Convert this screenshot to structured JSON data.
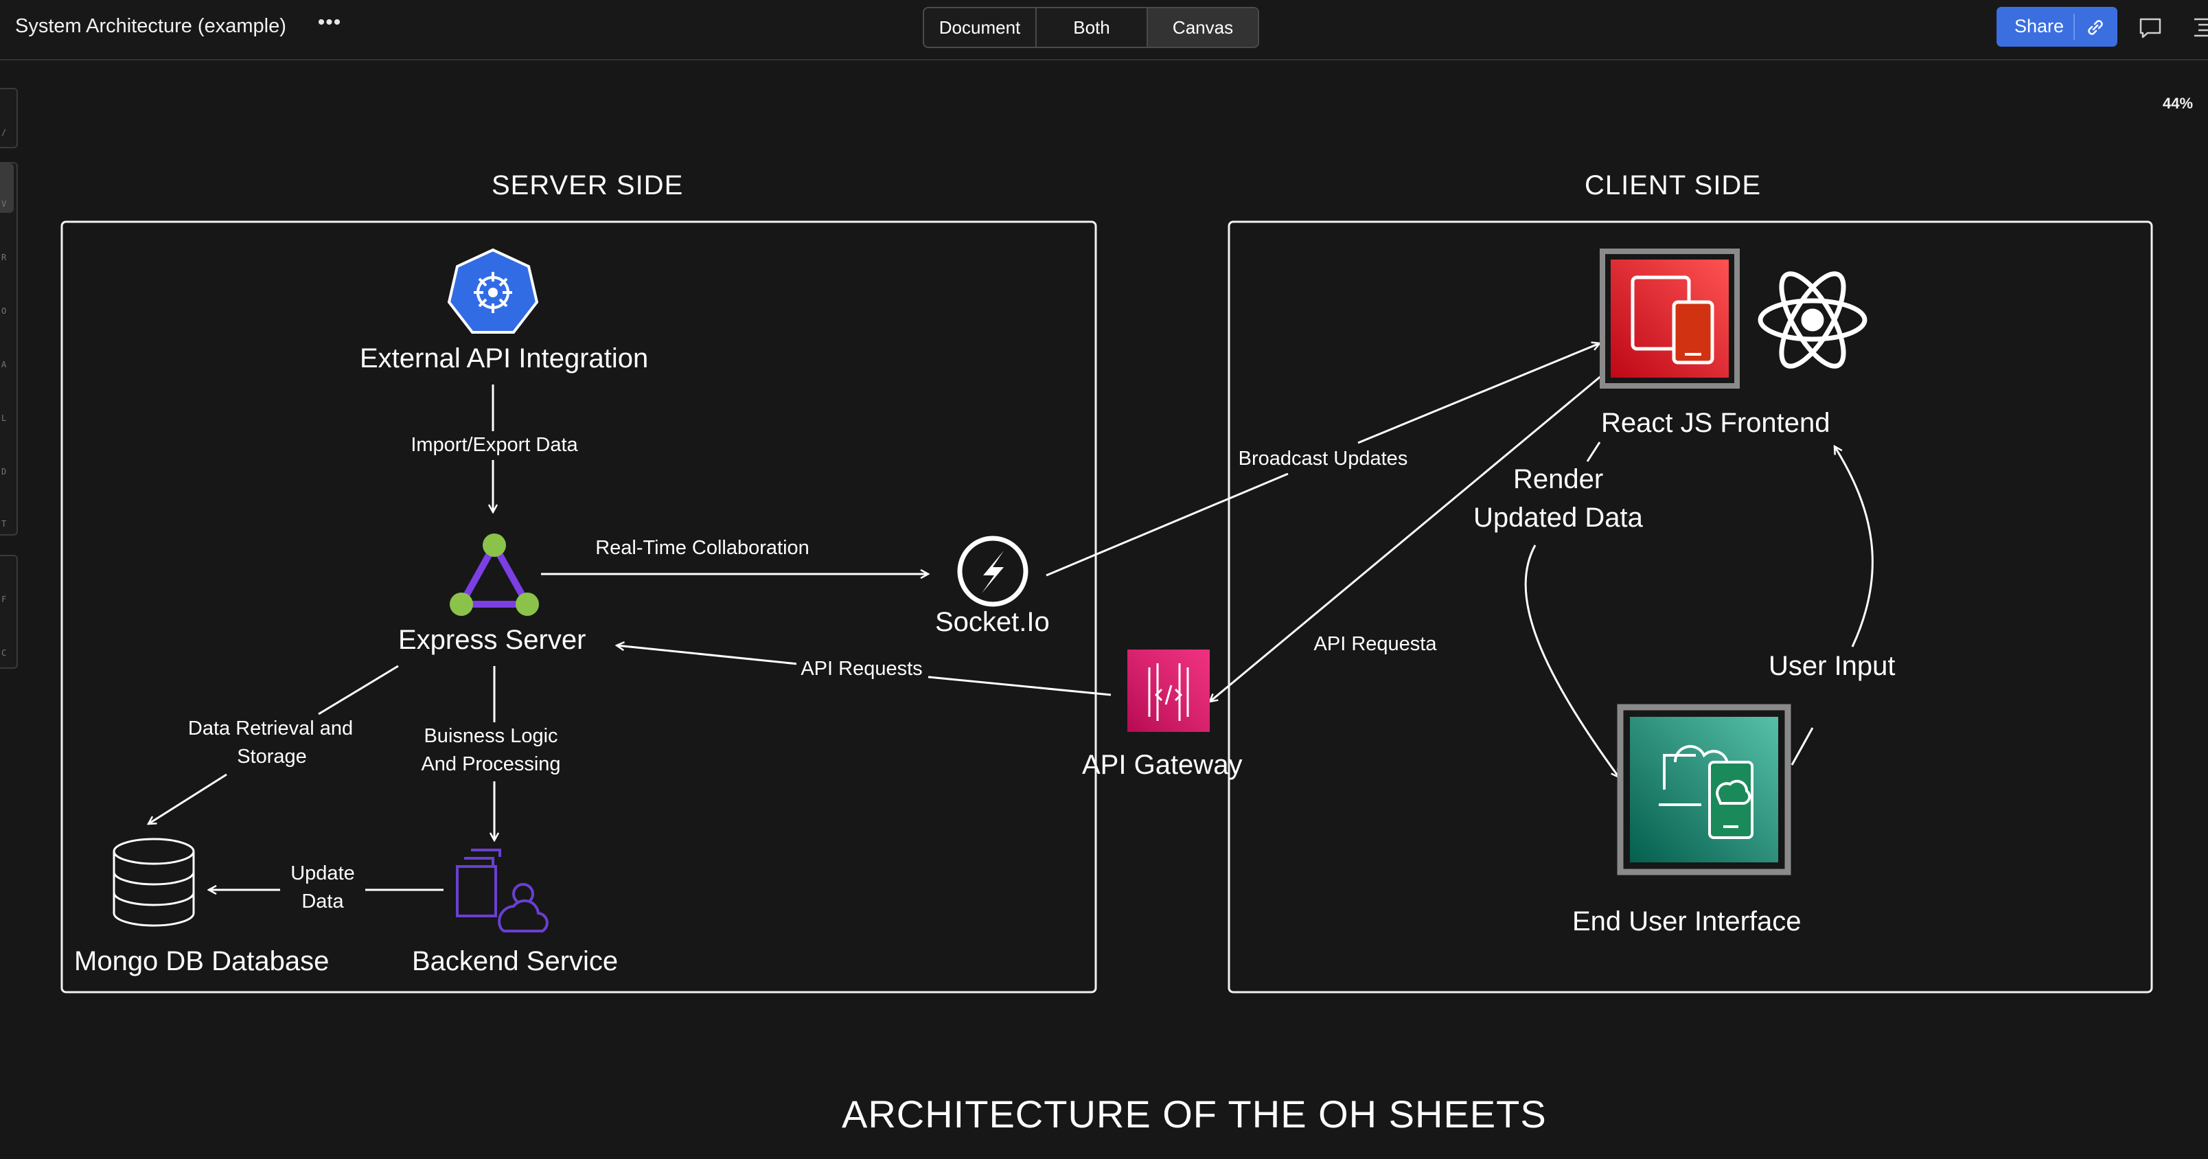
{
  "header": {
    "title": "System Architecture (example)",
    "more_label": "•••",
    "view_modes": [
      "Document",
      "Both",
      "Canvas"
    ],
    "active_view": "Canvas",
    "share_label": "Share",
    "link_icon": "link-icon",
    "comment_icon": "comment-icon",
    "outline_icon": "outline-icon"
  },
  "canvas": {
    "zoom": "44%",
    "tool_keys": [
      "/",
      "V",
      "R",
      "O",
      "A",
      "L",
      "D",
      "T",
      "F",
      "C"
    ]
  },
  "diagram": {
    "server_title": "SERVER SIDE",
    "client_title": "CLIENT SIDE",
    "nodes": {
      "external_api": "External API Integration",
      "express": "Express Server",
      "socket": "Socket.Io",
      "api_gateway": "API Gateway",
      "mongo": "Mongo DB Database",
      "backend": "Backend Service",
      "react": "React JS Frontend",
      "end_user": "End User Interface"
    },
    "edges": {
      "import_export": "Import/Export Data",
      "realtime": "Real-Time Collaboration",
      "broadcast": "Broadcast Updates",
      "api_requests": "API Requests",
      "api_requesta": "API Requesta",
      "data_retrieval_1": "Data Retrieval and",
      "data_retrieval_2": "Storage",
      "business_1": "Buisness Logic",
      "business_2": "And Processing",
      "update_1": "Update",
      "update_2": "Data",
      "render_1": "Render",
      "render_2": "Updated Data",
      "user_input": "User Input"
    },
    "bottom_title": "ARCHITECTURE OF THE OH SHEETS"
  },
  "colors": {
    "background": "#171717",
    "accent": "#3b6fe0",
    "kubernetes": "#326ce5",
    "express_purple": "#7b3fe4",
    "express_green": "#8bc34a",
    "gateway_pink": "#e7157b",
    "react_red": "#d13212",
    "enduser_green": "#1b8a5a",
    "backend_purple": "#6a3fd0"
  },
  "icons": {
    "external_api": "kubernetes-icon",
    "express": "graphql-triangle-icon",
    "socket": "socketio-icon",
    "api_gateway": "api-gateway-icon",
    "mongo": "database-cylinder-icon",
    "backend": "backend-service-icon",
    "react_device": "devices-icon",
    "react_logo": "react-logo-icon",
    "end_user": "end-user-computing-icon"
  }
}
